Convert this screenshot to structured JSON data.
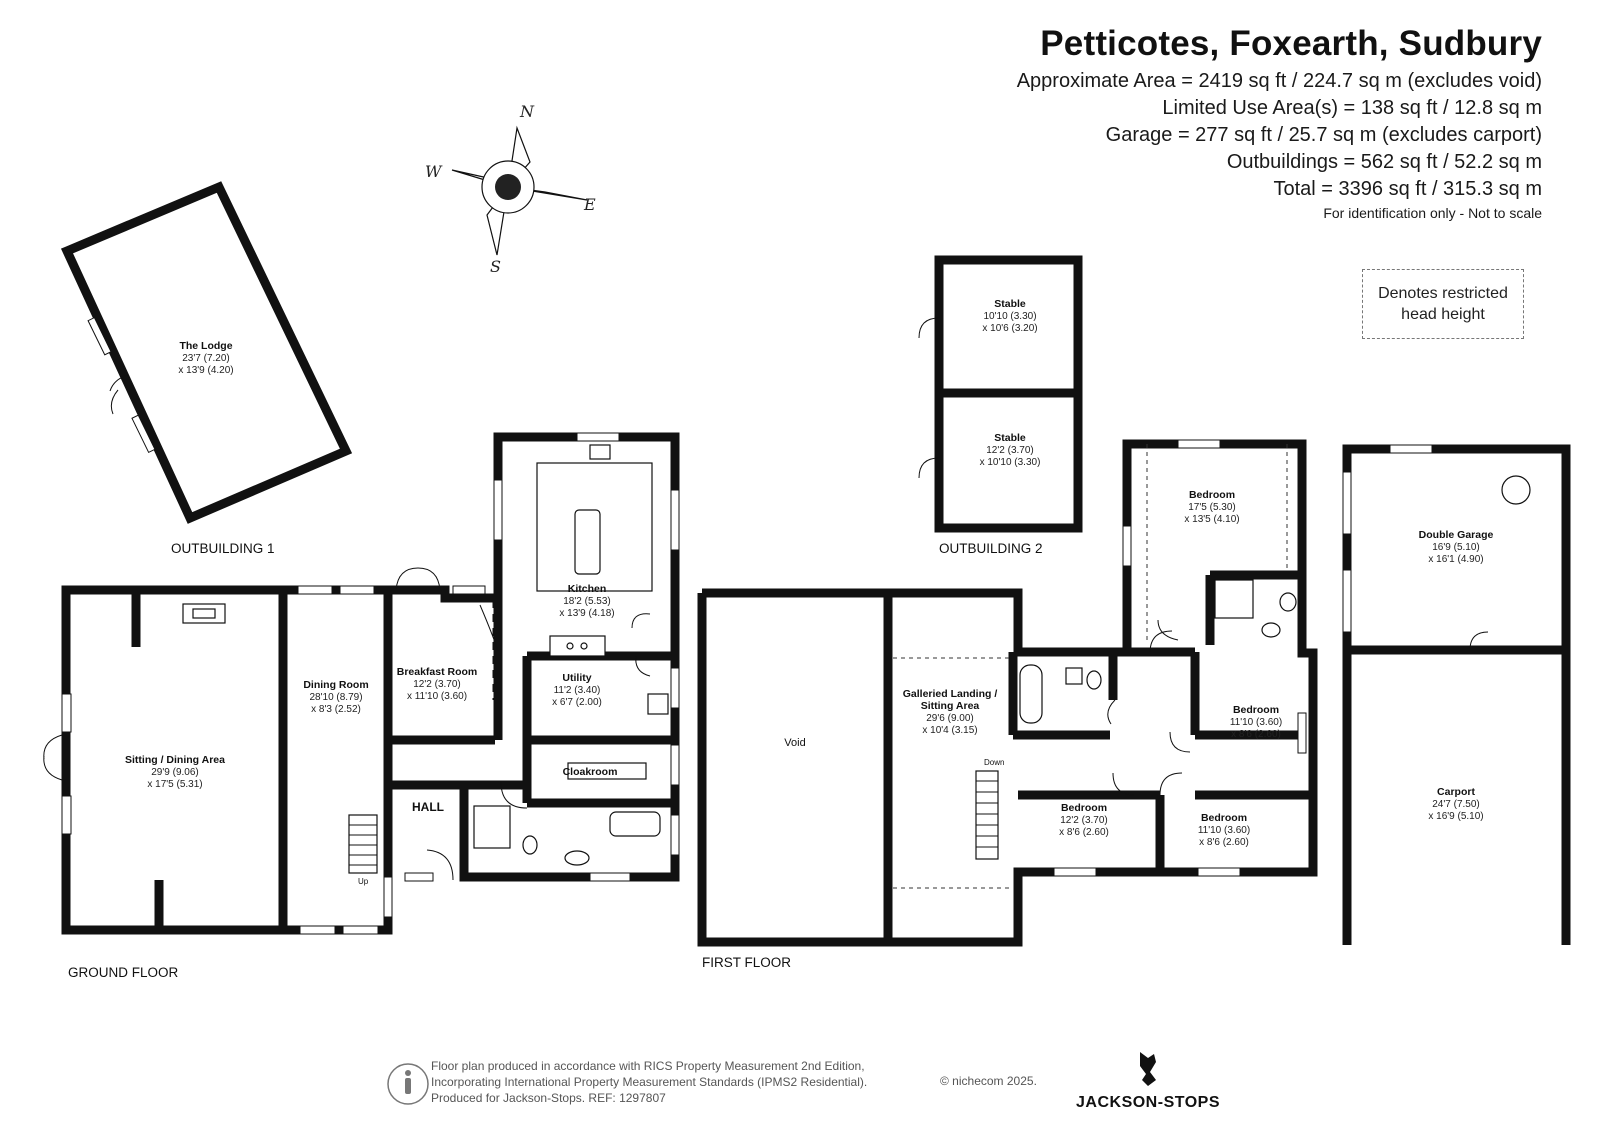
{
  "header": {
    "title": "Petticotes, Foxearth, Sudbury",
    "areas": [
      "Approximate Area = 2419 sq ft / 224.7 sq m (excludes void)",
      "Limited Use Area(s) = 138 sq ft / 12.8 sq m",
      "Garage = 277 sq ft / 25.7 sq m (excludes carport)",
      "Outbuildings = 562 sq ft / 52.2 sq m",
      "Total = 3396 sq ft / 315.3 sq m"
    ],
    "note": "For identification only - Not to scale"
  },
  "legend": {
    "line1": "Denotes restricted",
    "line2": "head height"
  },
  "compass": {
    "n": "N",
    "s": "S",
    "e": "E",
    "w": "W"
  },
  "floor_labels": {
    "outbuilding1": "OUTBUILDING 1",
    "outbuilding2": "OUTBUILDING 2",
    "ground": "GROUND FLOOR",
    "first": "FIRST FLOOR"
  },
  "rooms": {
    "lodge": {
      "name": "The Lodge",
      "d1": "23'7 (7.20)",
      "d2": "x 13'9 (4.20)"
    },
    "stable1": {
      "name": "Stable",
      "d1": "10'10 (3.30)",
      "d2": "x 10'6 (3.20)"
    },
    "stable2": {
      "name": "Stable",
      "d1": "12'2 (3.70)",
      "d2": "x 10'10 (3.30)"
    },
    "sitting": {
      "name": "Sitting / Dining Area",
      "d1": "29'9 (9.06)",
      "d2": "x 17'5 (5.31)"
    },
    "dining": {
      "name": "Dining Room",
      "d1": "28'10 (8.79)",
      "d2": "x 8'3 (2.52)"
    },
    "breakfast": {
      "name": "Breakfast Room",
      "d1": "12'2 (3.70)",
      "d2": "x 11'10 (3.60)"
    },
    "kitchen": {
      "name": "Kitchen",
      "d1": "18'2 (5.53)",
      "d2": "x 13'9 (4.18)"
    },
    "utility": {
      "name": "Utility",
      "d1": "11'2 (3.40)",
      "d2": "x 6'7 (2.00)"
    },
    "cloakroom": {
      "name": "Cloakroom"
    },
    "hall": {
      "name": "HALL"
    },
    "void": {
      "name": "Void"
    },
    "landing": {
      "name1": "Galleried Landing /",
      "name2": "Sitting Area",
      "d1": "29'6 (9.00)",
      "d2": "x 10'4 (3.15)"
    },
    "bed1": {
      "name": "Bedroom",
      "d1": "17'5 (5.30)",
      "d2": "x 13'5 (4.10)"
    },
    "bed2": {
      "name": "Bedroom",
      "d1": "11'10 (3.60)",
      "d2": "x 8'6 (2.60)"
    },
    "bed3": {
      "name": "Bedroom",
      "d1": "12'2 (3.70)",
      "d2": "x 8'6 (2.60)"
    },
    "bed4": {
      "name": "Bedroom",
      "d1": "11'10 (3.60)",
      "d2": "x 8'6 (2.60)"
    },
    "garage": {
      "name": "Double Garage",
      "d1": "16'9 (5.10)",
      "d2": "x 16'1 (4.90)"
    },
    "carport": {
      "name": "Carport",
      "d1": "24'7 (7.50)",
      "d2": "x 16'9 (5.10)"
    }
  },
  "stairs": {
    "up": "Up",
    "down": "Down"
  },
  "footer": {
    "line1": "Floor plan produced in accordance with RICS Property Measurement 2nd Edition,",
    "line2": "Incorporating International Property Measurement Standards (IPMS2 Residential).",
    "line3": "Produced for Jackson-Stops.   REF: 1297807",
    "copyright": "© nichecom 2025.",
    "brand": "JACKSON-STOPS"
  }
}
